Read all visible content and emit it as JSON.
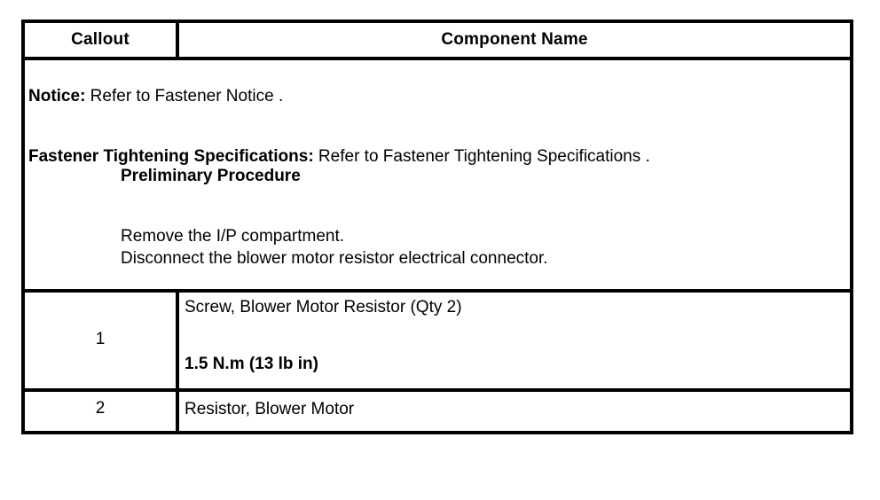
{
  "table": {
    "headers": {
      "callout": "Callout",
      "component_name": "Component Name"
    },
    "notice_band": {
      "notice_label": "Notice:",
      "notice_text": " Refer to Fastener Notice .",
      "fastener_label": "Fastener Tightening Specifications:",
      "fastener_text": " Refer to Fastener Tightening Specifications .",
      "preliminary_heading": "Preliminary Procedure",
      "steps": [
        "Remove the I/P compartment.",
        "Disconnect the blower motor resistor electrical connector."
      ]
    },
    "rows": [
      {
        "callout": "1",
        "name": "Screw, Blower Motor Resistor (Qty 2)",
        "torque": "1.5 N.m (13 lb in)"
      },
      {
        "callout": "2",
        "name": "Resistor, Blower Motor",
        "torque": ""
      }
    ]
  },
  "colors": {
    "border": "#000000",
    "text": "#000000",
    "background": "#ffffff"
  }
}
